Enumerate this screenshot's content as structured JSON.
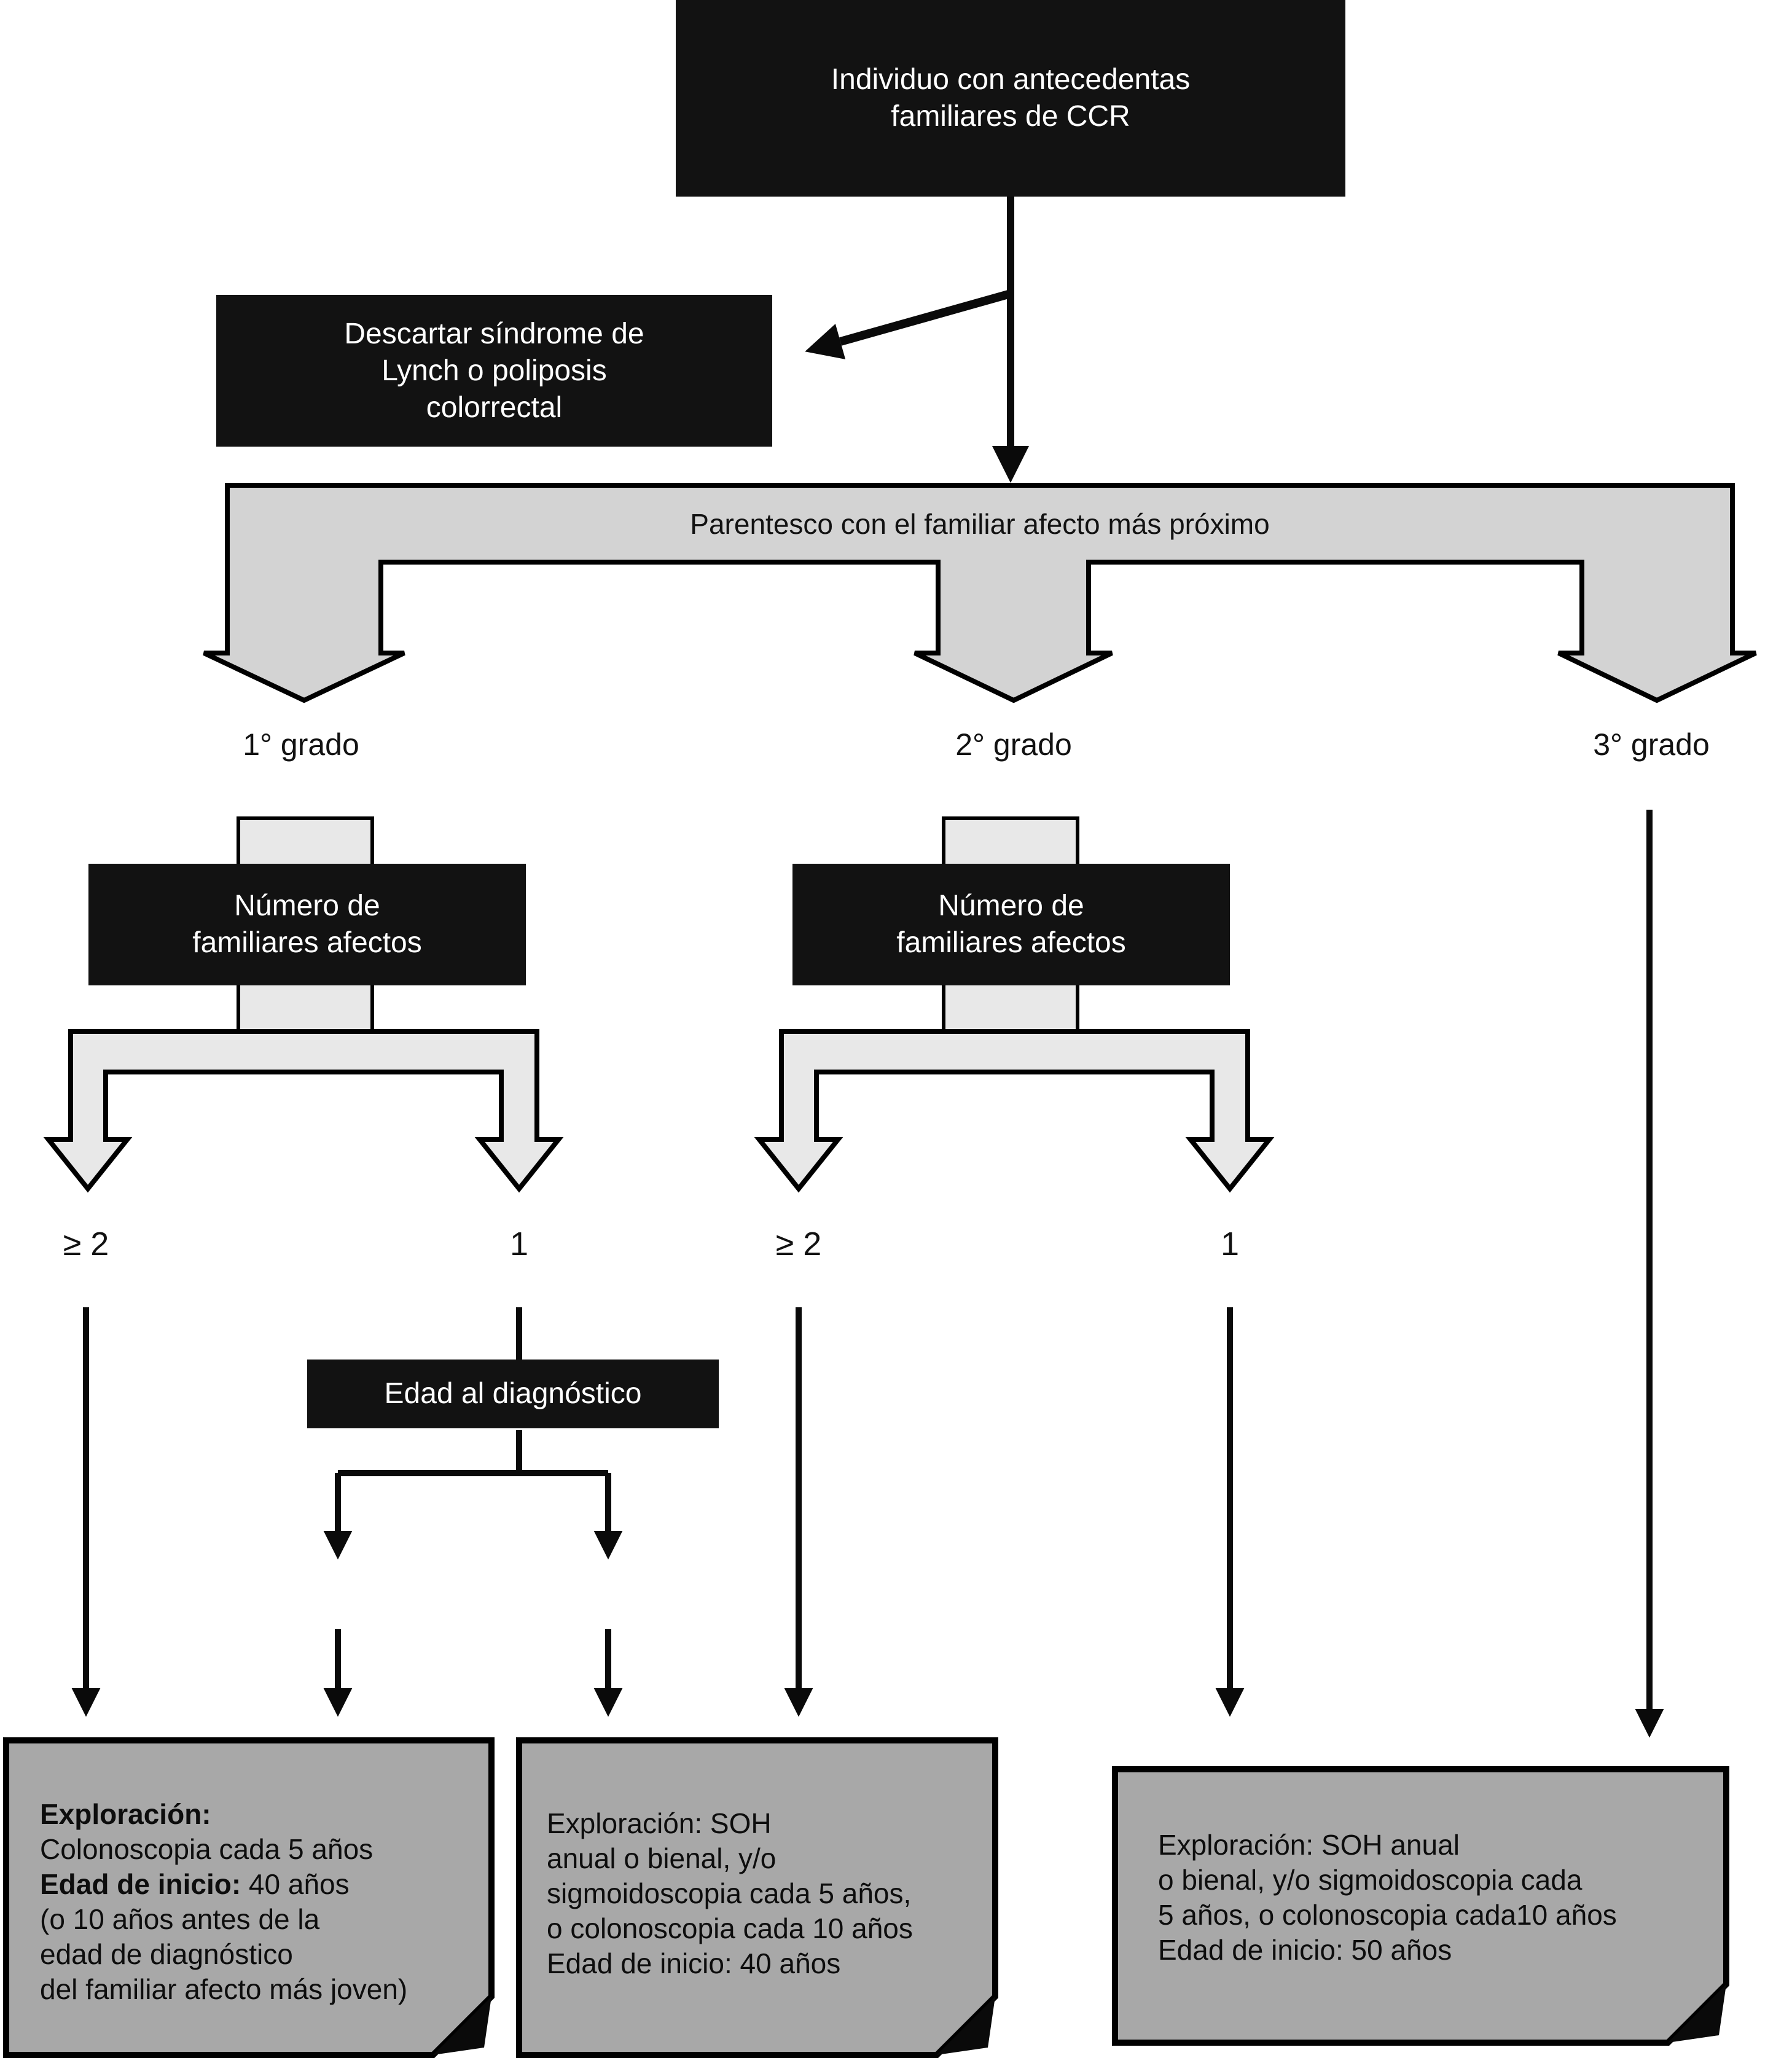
{
  "colors": {
    "box_black": "#121212",
    "banner_gray": "#d3d3d3",
    "staple_gray": "#e8e8e8",
    "connector_gray": "#e8e8e8",
    "note_gray": "#a8a8a8",
    "fold_black": "#0a0a0a",
    "outline": "#000000"
  },
  "top_box": {
    "lines": [
      "Individuo con antecedentas",
      "familiares de CCR"
    ]
  },
  "descartar_box": {
    "lines": [
      "Descartar síndrome de",
      "Lynch o poliposis",
      "colorrectal"
    ]
  },
  "banner": {
    "label": "Parentesco con el familiar afecto más próximo"
  },
  "grades": {
    "first": "1° grado",
    "second": "2° grado",
    "third": "3° grado"
  },
  "numero_box_left": {
    "lines": [
      "Número de",
      "familiares afectos"
    ]
  },
  "numero_box_middle": {
    "lines": [
      "Número de",
      "familiares afectos"
    ]
  },
  "counts": {
    "left_ge2": "≥ 2",
    "left_one": "1",
    "middle_ge2": "≥ 2",
    "middle_one": "1"
  },
  "edad_box": {
    "label": "Edad al diagnóstico"
  },
  "note_left": {
    "line1": "Exploración:",
    "line2": "Colonoscopia cada 5 años",
    "line3_bold": "Edad de inicio:",
    "line3_rest": " 40 años",
    "line4": "(o 10 años antes de la",
    "line5": "edad de diagnóstico",
    "line6": "del familiar afecto más joven)"
  },
  "note_middle": {
    "lines": [
      "Exploración: SOH",
      "anual o bienal, y/o",
      "sigmoidoscopia cada 5 años,",
      "o colonoscopia cada 10 años",
      "Edad de inicio: 40 años"
    ]
  },
  "note_right": {
    "lines": [
      "Exploración: SOH anual",
      "o bienal, y/o sigmoidoscopia cada",
      "5 años, o colonoscopia cada10 años",
      "Edad de inicio: 50 años"
    ]
  }
}
